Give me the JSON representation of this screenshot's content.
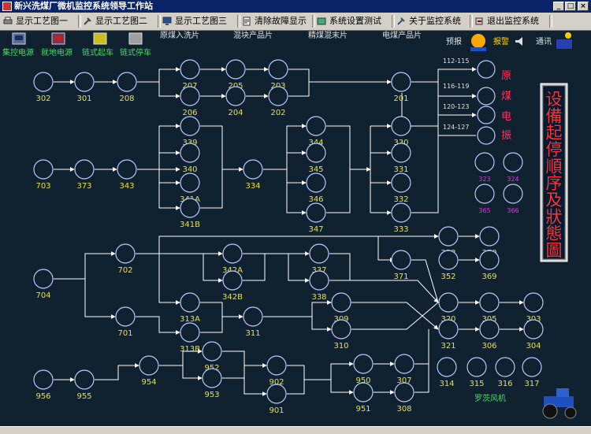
{
  "window": {
    "title": "新兴洗煤厂微机监控系统领导工作站"
  },
  "menu": [
    {
      "label": "显示工艺图一",
      "icon": "printer-icon"
    },
    {
      "label": "显示工艺图二",
      "icon": "tools-icon"
    },
    {
      "label": "显示工艺图三",
      "icon": "monitor-icon"
    },
    {
      "label": "清除故障显示",
      "icon": "clear-icon"
    },
    {
      "label": "系统设置测试",
      "icon": "settings-icon"
    },
    {
      "label": "关于监控系统",
      "icon": "info-icon"
    },
    {
      "label": "退出监控系统",
      "icon": "exit-icon"
    }
  ],
  "toolbar": {
    "buttons": [
      "集控电源",
      "就地电源",
      "链式起车",
      "链式停车"
    ],
    "groups": [
      "原煤入洗片",
      "混块产品片",
      "精煤混末片",
      "电煤产品片"
    ],
    "right": {
      "forecast": "预报",
      "alarm": "报警",
      "call": "通讯"
    }
  },
  "legend_vertical": "设備起停順序及狀態圖",
  "raw_coal_panel": {
    "codes": [
      "112-115",
      "116-119",
      "120-123",
      "124-127"
    ],
    "chars": [
      "原",
      "煤",
      "电",
      "振"
    ]
  },
  "nodes": {
    "n302": "302",
    "n301": "301",
    "n208": "208",
    "n207": "207",
    "n205": "205",
    "n203": "203",
    "n206": "206",
    "n204": "204",
    "n202": "202",
    "n201": "201",
    "n703": "703",
    "n373": "373",
    "n343": "343",
    "n339": "339",
    "n340": "340",
    "n341A": "341A",
    "n341B": "341B",
    "n334": "334",
    "n344": "344",
    "n345": "345",
    "n346": "346",
    "n347": "347",
    "n330": "330",
    "n331": "331",
    "n332": "332",
    "n333": "333",
    "n323": "323",
    "n324": "324",
    "n365": "365",
    "n366": "366",
    "n704": "704",
    "n702": "702",
    "n701": "701",
    "n342A": "342A",
    "n342B": "342B",
    "n337": "337",
    "n338": "338",
    "n313A": "313A",
    "n313B": "313B",
    "n311": "311",
    "n371": "371",
    "n353": "353",
    "n352": "352",
    "n370": "370",
    "n369": "369",
    "n309": "309",
    "n310": "310",
    "n320": "320",
    "n321": "321",
    "n305": "305",
    "n306": "306",
    "n303": "303",
    "n304": "304",
    "n956": "956",
    "n955": "955",
    "n954": "954",
    "n952": "952",
    "n953": "953",
    "n902": "902",
    "n901": "901",
    "n950": "950",
    "n951": "951",
    "n307": "307",
    "n308": "308",
    "n314": "314",
    "n315": "315",
    "n316": "316",
    "n317": "317"
  },
  "blower_label": "罗茨风机"
}
